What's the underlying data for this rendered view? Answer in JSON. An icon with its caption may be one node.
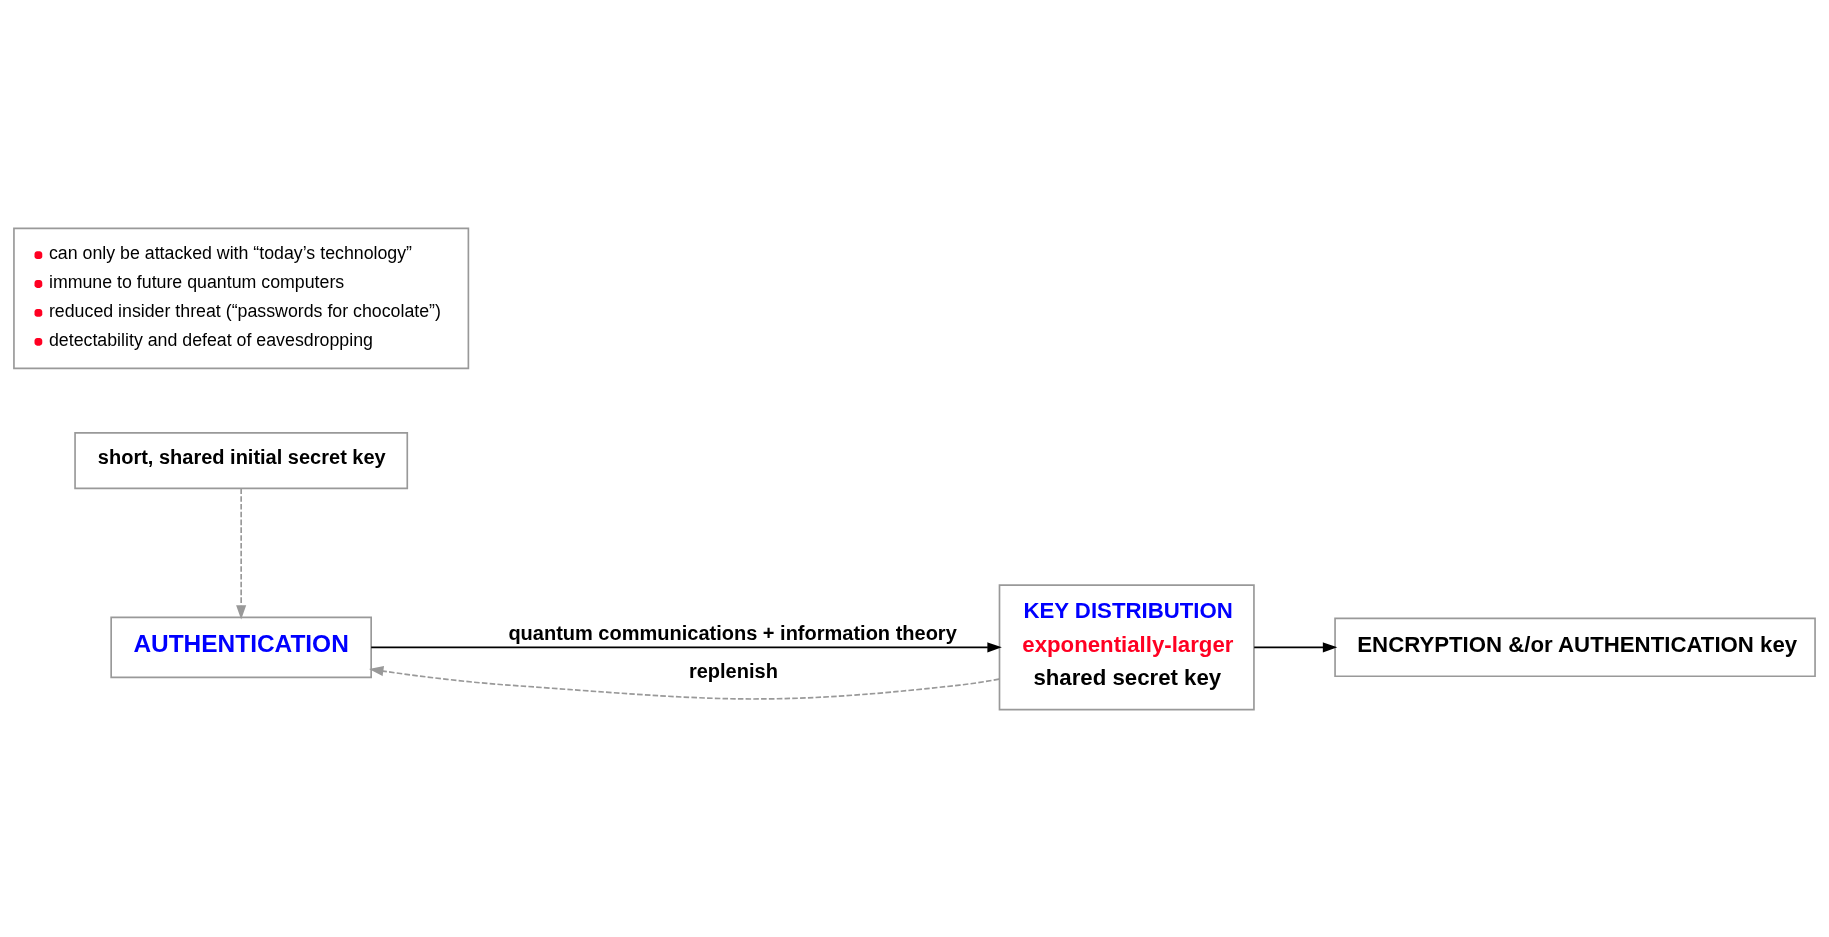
{
  "diagram": {
    "nodes": [
      {
        "text": [
          "AUTHENTICATION"
        ]
      },
      {
        "text": [
          "KEY DISTRIBUTION",
          "exponentially-larger",
          "shared secret key"
        ]
      },
      {
        "text": [
          "short, shared initial secret key"
        ]
      },
      {
        "text": [
          "ENCRYPTION &/or AUTHENTICATION key"
        ]
      },
      {
        "text": [
          "can only be attacked with “today’s technology”",
          "immune to future quantum computers",
          "reduced insider threat (“passwords for chocolate”)",
          "detectability and defeat of eavesdropping"
        ]
      }
    ],
    "edges": [
      {
        "from": 0,
        "to": 1,
        "arrow": "to",
        "label": "quantum communications + information theory"
      },
      {
        "from": 1,
        "to": 3,
        "arrow": "to"
      },
      {
        "from": 2,
        "to": 0,
        "arrow": "to",
        "style": "dashed",
        "color": "#999999"
      },
      {
        "from": 1,
        "to": 0,
        "arrow": "to",
        "style": "dashed",
        "color": "#999999",
        "label": "replenish"
      }
    ]
  }
}
